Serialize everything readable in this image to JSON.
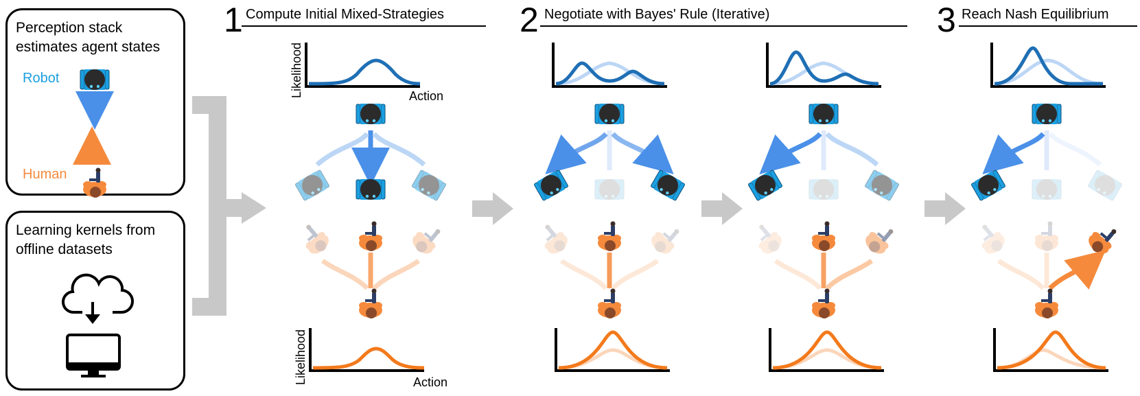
{
  "perception_box": {
    "title": "Perception stack estimates agent states",
    "robot_label": "Robot",
    "human_label": "Human"
  },
  "learning_box": {
    "title": "Learning kernels from offline datasets",
    "icons": [
      "cloud-download-icon",
      "computer-monitor-icon"
    ]
  },
  "stages": [
    {
      "number": "1",
      "title": "Compute Initial Mixed-Strategies"
    },
    {
      "number": "2",
      "title": "Negotiate with Bayes' Rule (Iterative)"
    },
    {
      "number": "3",
      "title": "Reach Nash Equilibrium"
    }
  ],
  "axes": {
    "likelihood": "Likelihood",
    "action": "Action"
  },
  "colors": {
    "robot_blue": "#1b9fe0",
    "robot_arrow": "#4a90e8",
    "robot_curve": "#1f6fb5",
    "human_orange": "#f58a3c",
    "human_curve": "#f37a1c",
    "connector_gray": "#c8c8c8"
  }
}
